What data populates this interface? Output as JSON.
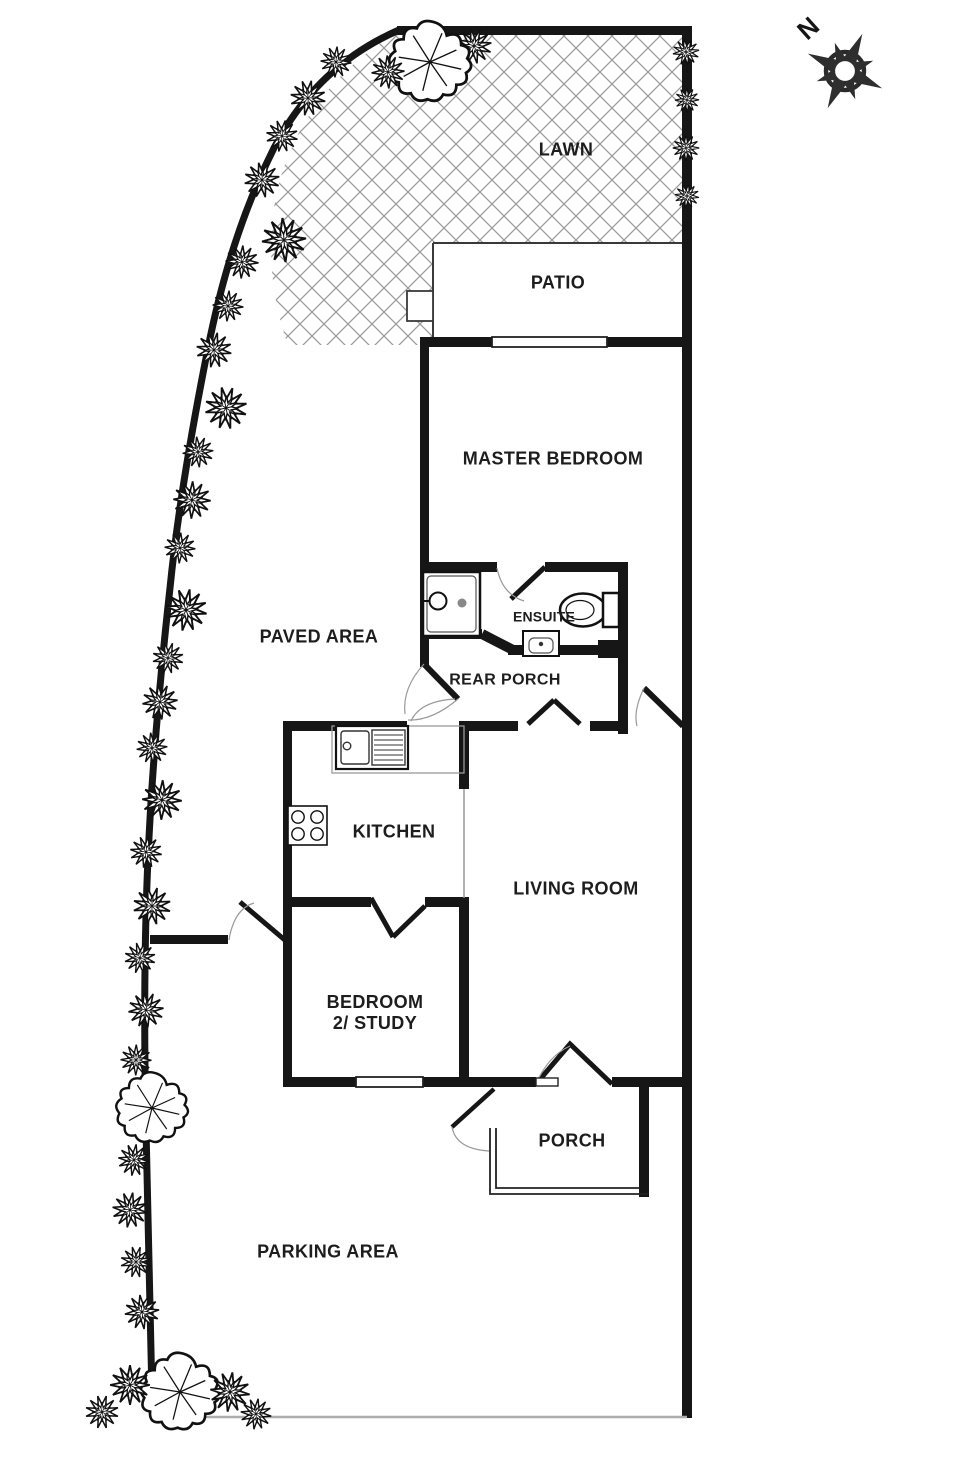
{
  "plan": {
    "type": "residential-floor-plan",
    "labels": {
      "lawn": "LAWN",
      "patio": "PATIO",
      "master_bedroom": "MASTER BEDROOM",
      "ensuite": "ENSUITE",
      "rear_porch": "REAR PORCH",
      "paved_area": "PAVED AREA",
      "kitchen": "KITCHEN",
      "living_room": "LIVING ROOM",
      "bedroom2_line1": "BEDROOM",
      "bedroom2_line2": "2/ STUDY",
      "porch": "PORCH",
      "parking_area": "PARKING AREA"
    },
    "compass": {
      "north_label": "N"
    },
    "fixtures": [
      "shower",
      "toilet",
      "wash-basin",
      "kitchen-sink-with-drainer",
      "hob"
    ],
    "colors": {
      "background": "#ffffff",
      "walls": "#161616",
      "hatch": "#9b9b9b",
      "thin_lines": "#999999",
      "label_text": "#1d1d1d"
    }
  }
}
